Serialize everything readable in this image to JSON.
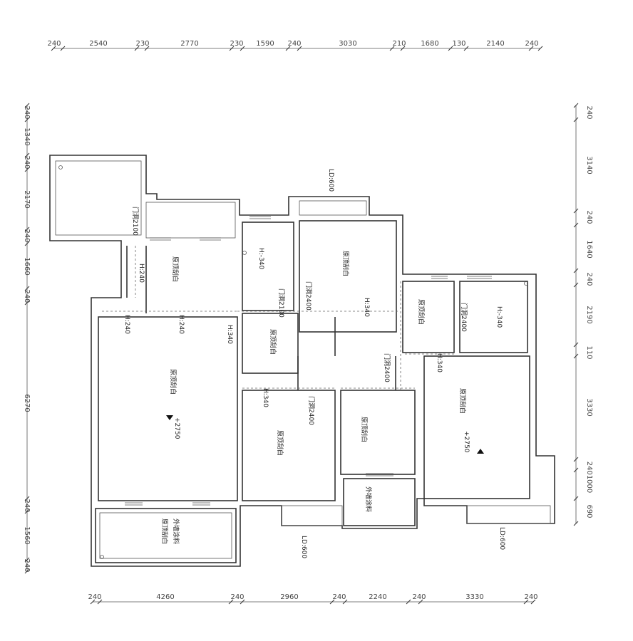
{
  "dims": {
    "top": [
      "240",
      "2540",
      "230",
      "2770",
      "230",
      "1590",
      "240",
      "3030",
      "210",
      "1680",
      "130",
      "2140",
      "240"
    ],
    "bottom": [
      "240",
      "4260",
      "240",
      "2960",
      "240",
      "2240",
      "240",
      "3330",
      "240"
    ],
    "left": [
      "240",
      "1340",
      "240",
      "2170",
      "240",
      "1660",
      "240",
      "6270",
      "240",
      "1560",
      "240"
    ],
    "right": [
      "240",
      "3140",
      "240",
      "1640",
      "240",
      "2190",
      "110",
      "3330",
      "2401000",
      "690"
    ]
  },
  "rooms": {
    "bal_tl_ceiling": "原顶刮白",
    "living_ceiling": "原顶刮白",
    "center_ceiling": "原顶刮白",
    "topmid_ceiling": "原顶刮白",
    "small_r_ceiling": "原顶刮白",
    "mid_bed_ceiling": "原顶刮白",
    "bath_ceiling": "原顶刮白",
    "master_ceiling": "原顶刮白",
    "bal_bottom_ceiling": "原顶刮白",
    "bal_bottom_paint": "外墙涂料",
    "small_bal_paint": "外墙涂料"
  },
  "notes": {
    "door1": "门洞2100",
    "door2": "门洞2100",
    "door3": "门洞2400",
    "door4": "门洞2400",
    "door5": "门洞2400",
    "door6": "门洞2400",
    "h240a": "H:240",
    "h240b": "H:240",
    "h240c": "H:240",
    "h340a": "H:340",
    "h340b": "H:340",
    "h340c": "H:340",
    "h340d": "H:340",
    "hm340a": "H:-340",
    "hm340b": "H:-340",
    "ld_top": "LD:600",
    "ld_bot1": "LD:600",
    "ld_bot2": "LD:600",
    "elev1": "+2750",
    "elev2": "+2750"
  }
}
